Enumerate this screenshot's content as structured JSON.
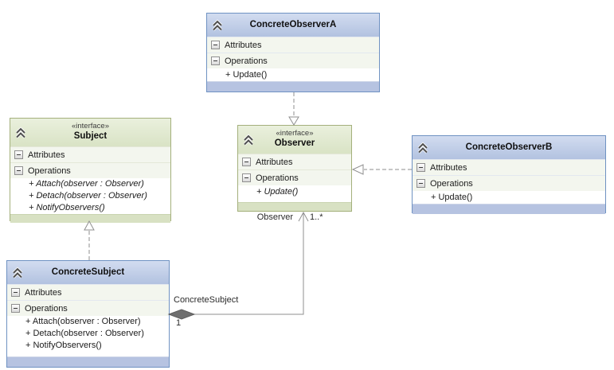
{
  "diagram": {
    "classes": [
      {
        "name": "ConcreteObserverA",
        "attributes_label": "Attributes",
        "operations_label": "Operations",
        "operations": [
          "+ Update()"
        ]
      },
      {
        "name": "Subject",
        "stereotype": "«interface»",
        "attributes_label": "Attributes",
        "operations_label": "Operations",
        "operations": [
          "+ Attach(observer : Observer)",
          "+ Detach(observer : Observer)",
          "+ NotifyObservers()"
        ]
      },
      {
        "name": "Observer",
        "stereotype": "«interface»",
        "attributes_label": "Attributes",
        "operations_label": "Operations",
        "operations": [
          "+ Update()"
        ]
      },
      {
        "name": "ConcreteObserverB",
        "attributes_label": "Attributes",
        "operations_label": "Operations",
        "operations": [
          "+ Update()"
        ]
      },
      {
        "name": "ConcreteSubject",
        "attributes_label": "Attributes",
        "operations_label": "Operations",
        "operations": [
          "+ Attach(observer : Observer)",
          "+ Detach(observer : Observer)",
          "+ NotifyObservers()"
        ]
      }
    ],
    "connector_labels": {
      "role": "Observer",
      "target_multiplicity": "1..*",
      "association_name": "ConcreteSubject",
      "source_multiplicity": "1"
    },
    "icons": {
      "collapse_chevron": "double-chevron-up-icon",
      "section_toggle": "minus-box-icon"
    },
    "colors": {
      "blue_header_top": "#d2dcf0",
      "blue_header_bottom": "#b2c2e0",
      "blue_border": "#6f92c2",
      "blue_strip": "#b6c3e1",
      "green_header_top": "#eaf0dd",
      "green_header_bottom": "#d9e3c5",
      "green_border": "#a4b07c",
      "green_strip": "#d8e1c3",
      "section_bg": "#f3f6ee",
      "connector": "#8f8f8f",
      "diamond_fill": "#6f6f6f"
    }
  }
}
